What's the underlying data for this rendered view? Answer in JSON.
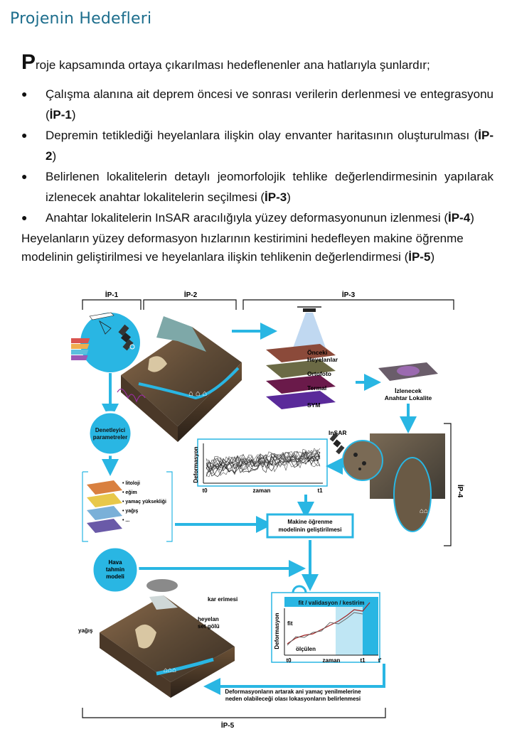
{
  "page": {
    "title": "Projenin Hedefleri",
    "intro_cap": "P",
    "intro_rest": "roje kapsamında ortaya çıkarılması  hedeflenenler ana hatlarıyla şunlardır;",
    "goals": [
      {
        "text": "Çalışma alanına ait deprem öncesi ve sonrası verilerin derlenmesi ve entegrasyonu (",
        "code": "İP-1",
        "end": ")"
      },
      {
        "text": "Depremin tetiklediği heyelanlara ilişkin olay envanter haritasının oluşturulması (",
        "code": "İP-2",
        "end": ")"
      },
      {
        "text": "Belirlenen lokalitelerin detaylı jeomorfolojik tehlike değerlendirmesinin yapılarak izlenecek anahtar lokalitelerin seçilmesi (",
        "code": "İP-3",
        "end": ")"
      },
      {
        "text": "Anahtar lokalitelerin InSAR aracılığıyla yüzey deformasyonunun izlenmesi (",
        "code": "İP-4",
        "end": ")"
      }
    ],
    "after_text": "Heyelanların yüzey deformasyon hızlarının kestirimini hedefleyen makine öğrenme modelinin geliştirilmesi ve heyelanlara ilişkin tehlikenin değerlendirmesi (",
    "after_code": "İP-5",
    "after_end": ")",
    "bullet": "●"
  },
  "diagram": {
    "ip1": "İP-1",
    "ip2": "İP-2",
    "ip3": "İP-3",
    "ip4": "İP-4",
    "ip5": "İP-5",
    "layer1": "Önceki",
    "layer1b": "Heyelanlar",
    "layer2": "Ortofoto",
    "layer3": "Termal",
    "layer4": "SYM",
    "key1": "İzlenecek",
    "key2": "Anahtar Lokalite",
    "insar": "InSAR",
    "sup1": "Denetleyici",
    "sup2": "parametreler",
    "params": [
      "• litoloji",
      "• eğim",
      "• yamaç yüksekliği",
      "• yağış",
      "• ..."
    ],
    "defo": "Deformasyon",
    "zaman": "zaman",
    "t0": "t0",
    "t1": "t1",
    "tf": "t'",
    "ml1": "Makine öğrenme",
    "ml2": "modelinin geliştirilmesi",
    "weather1": "Hava",
    "weather2": "tahmin",
    "weather3": "modeli",
    "kar": "kar erimesi",
    "set1": "heyelan",
    "set2": "set gölü",
    "yagis": "yağış",
    "fit_head": "fit / validasyon / kestirim",
    "fit": "fit",
    "olculen": "ölçülen",
    "bottom1": "Deformasyonların artarak ani yamaç yenilmelerine",
    "bottom2": "neden olabileceği olası lokasyonların belirlenmesi",
    "colors": {
      "accent": "#29b6e3",
      "dark": "#1c6d8c"
    }
  }
}
